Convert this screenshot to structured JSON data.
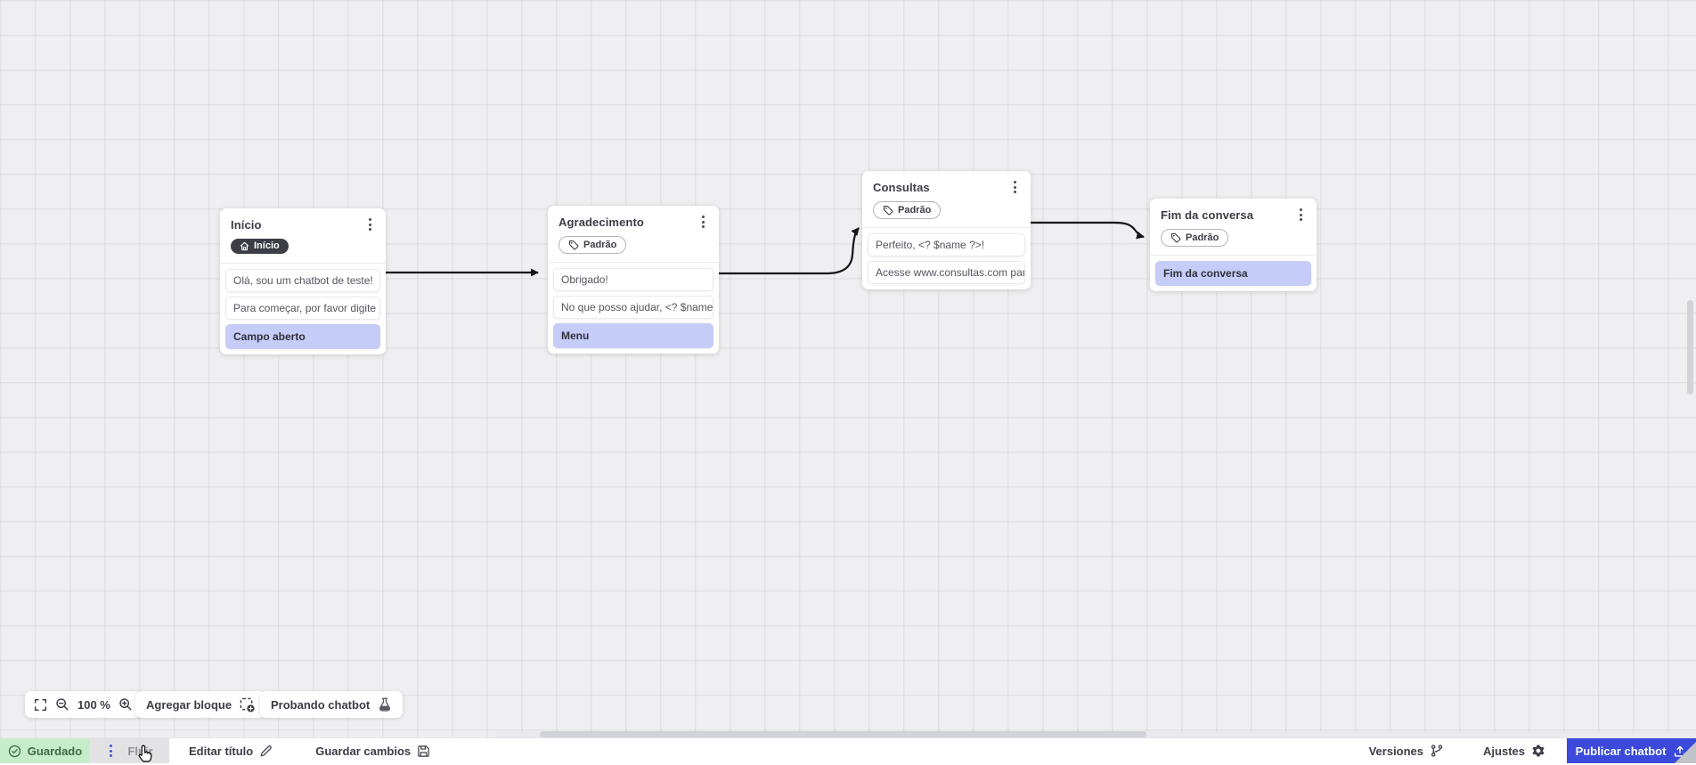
{
  "canvas": {
    "nodes": [
      {
        "title": "Início",
        "badge_label": "Início",
        "messages": [
          "Olá, sou um chatbot de teste!",
          "Para começar, por favor digite o ...",
          "Campo aberto"
        ]
      },
      {
        "title": "Agradecimento",
        "badge_label": "Padrão",
        "messages": [
          "Obrigado!",
          "No que posso ajudar, <? $name ...",
          "Menu"
        ]
      },
      {
        "title": "Consultas",
        "badge_label": "Padrão",
        "messages": [
          "Perfeito, <? $name ?>!",
          "Acesse www.consultas.com par..."
        ]
      },
      {
        "title": "Fim da conversa",
        "badge_label": "Padrão",
        "messages": [
          "Fim da conversa"
        ]
      }
    ]
  },
  "controls": {
    "zoom_level": "100 %",
    "add_block_label": "Agregar bloque",
    "test_chatbot_label": "Probando chatbot"
  },
  "bottombar": {
    "saved_label": "Guardado",
    "flow_tab_label": "Fluir",
    "edit_title_label": "Editar título",
    "save_changes_label": "Guardar cambios",
    "versions_label": "Versiones",
    "settings_label": "Ajustes",
    "publish_label": "Publicar chatbot"
  },
  "colors": {
    "accent_blue": "#3b4ada",
    "highlight_bubble": "#c5ccf8",
    "saved_green_bg": "#c7ecc9",
    "saved_green_text": "#3e6a42",
    "badge_dark": "#3d3d46",
    "connector": "#141414"
  }
}
